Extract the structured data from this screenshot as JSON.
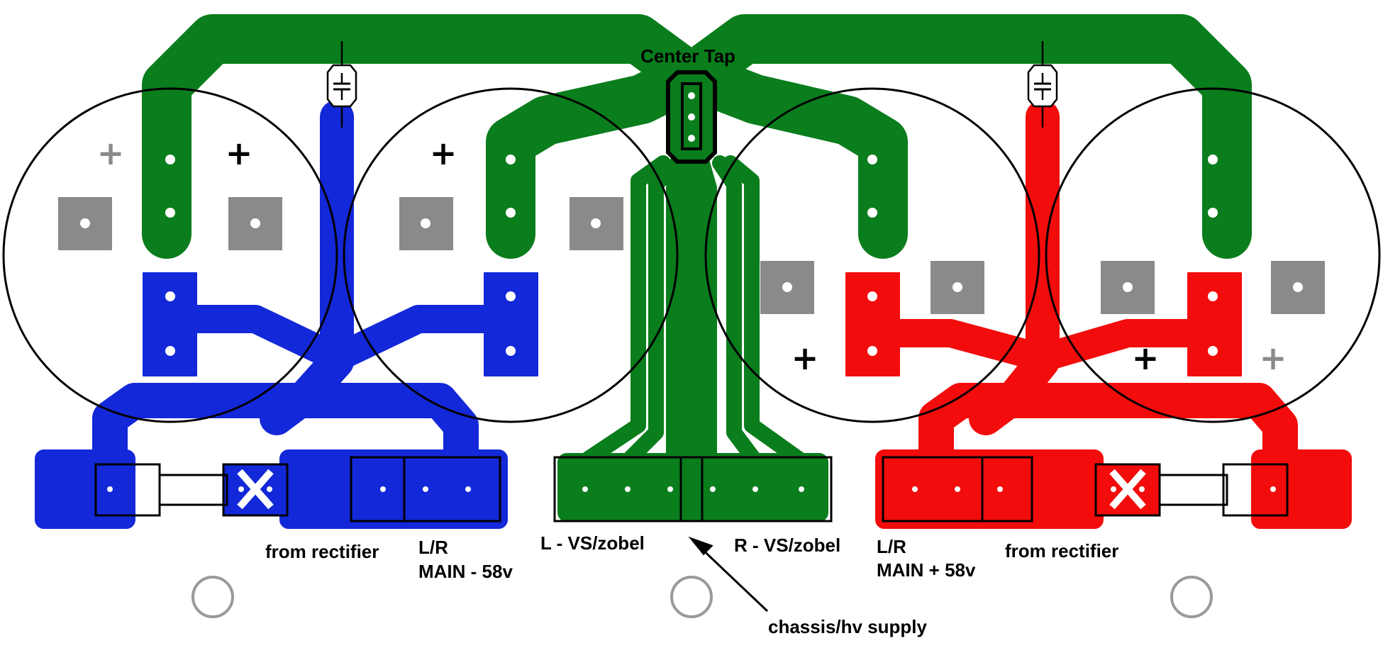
{
  "labels": {
    "center_tap": "Center Tap",
    "from_rectifier_left": "from rectifier",
    "lr_left_line1": "L/R",
    "lr_left_line2": "MAIN - 58v",
    "l_vs_zobel": "L - VS/zobel",
    "r_vs_zobel": "R - VS/zobel",
    "lr_right_line1": "L/R",
    "lr_right_line2": "MAIN + 58v",
    "from_rectifier_right": "from rectifier",
    "chassis_hv": "chassis/hv supply"
  },
  "polarity_marks": {
    "plus": "+"
  },
  "colors": {
    "ground_trace": "#0a7d1c",
    "negative_rail": "#1328d8",
    "positive_rail": "#f20c0c",
    "pad_gray": "#8a8a8a",
    "outline": "#000000",
    "mount_hole": "#9a9a9a"
  },
  "icons": {
    "bypass_capacitor": "capacitor-icon",
    "mounting_hole": "mounting-hole-icon",
    "arrow": "arrow-icon"
  }
}
